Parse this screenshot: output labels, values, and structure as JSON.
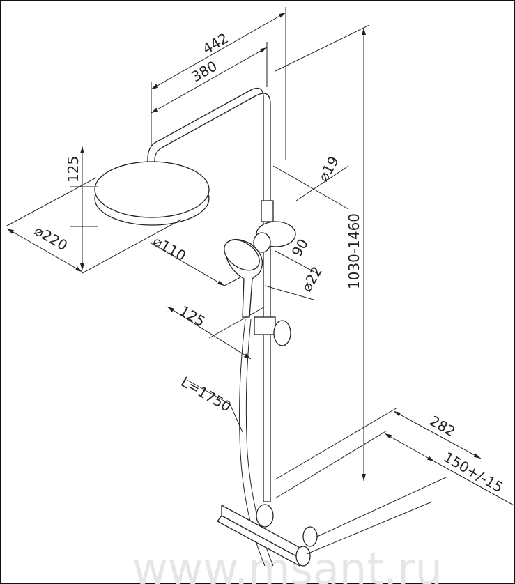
{
  "title": "Shower system dimension drawing",
  "dimensions": {
    "arm_total": "442",
    "arm_reach": "380",
    "head_height": "125",
    "head_diameter": "⌀220",
    "riser_diameter": "⌀19",
    "hand_shower_diameter": "⌀110",
    "holder_offset": "90",
    "slider_diameter": "⌀22",
    "hand_holder_reach": "125",
    "hose_length": "L=1750",
    "height_range": "1030-1460",
    "mixer_depth": "282",
    "inlet_spacing": "150+/-15"
  },
  "watermark": "www.msant.ru"
}
